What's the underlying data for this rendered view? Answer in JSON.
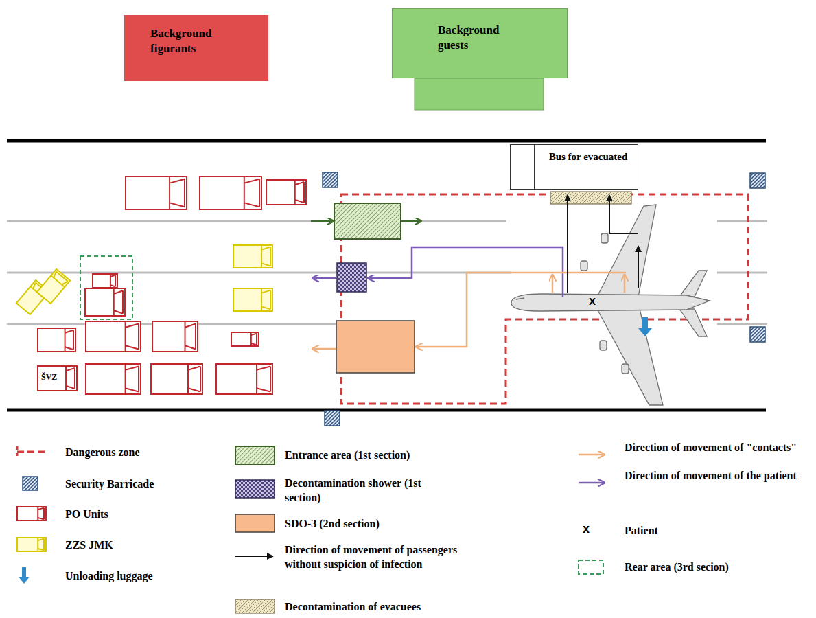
{
  "diagram": {
    "nodes": [
      {
        "text": [
          "Background figurants"
        ]
      },
      {
        "text": [
          "Background guests"
        ]
      },
      {
        "text": [
          "Bus for evacuated"
        ]
      },
      {
        "text": [
          "ŠVZ"
        ]
      }
    ],
    "labels": [
      "X",
      "x"
    ],
    "legend": [
      {
        "text": "Dangerous zone"
      },
      {
        "text": "Entrance area (1st section)"
      },
      {
        "text": "Direction of movement of \"contacts\""
      },
      {
        "text": "Security Barricade"
      },
      {
        "text": "Decontamination shower (1st section)"
      },
      {
        "text": "Direction of movement of the patient"
      },
      {
        "text": "PO Units"
      },
      {
        "text": "SDO-3 (2nd section)",
        "color": "#f8b98d"
      },
      {
        "text": "Patient"
      },
      {
        "text": "ZZS JMK"
      },
      {
        "text": "Direction of movement of passengers without suspicion of infection"
      },
      {
        "text": "Rear area (3rd secion)"
      },
      {
        "text": "Unloading luggage"
      },
      {
        "text": "Decontamination of evacuees"
      }
    ]
  }
}
